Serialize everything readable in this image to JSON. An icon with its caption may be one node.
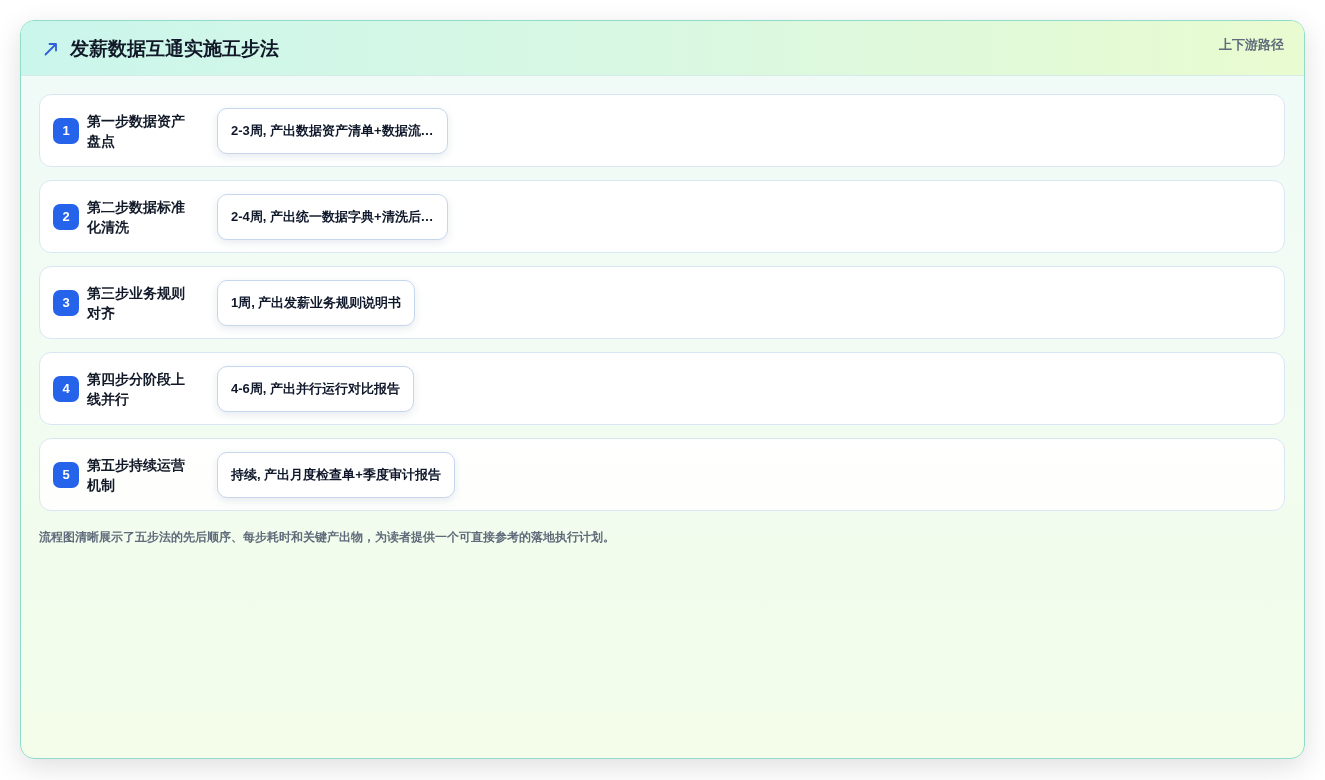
{
  "diagram": {
    "title": "发薪数据互通实施五步法",
    "caption": "流程图清晰展示了五步法的先后顺序、每步耗时和关键产出物，为读者提供一个可直接参考的落地执行计划。",
    "nodes": [
      {
        "text": [
          "第一步数据资产盘点"
        ]
      },
      {
        "text": [
          "1"
        ],
        "in": 0
      },
      {
        "text": [
          "2-3周, 产出数据资产清单+数据流…"
        ],
        "in": 0
      },
      {
        "text": [
          "第二步数据标准化清洗"
        ]
      },
      {
        "text": [
          "2"
        ],
        "in": 3
      },
      {
        "text": [
          "2-4周, 产出统一数据字典+清洗后…"
        ],
        "in": 3
      },
      {
        "text": [
          "第三步业务规则对齐"
        ]
      },
      {
        "text": [
          "3"
        ],
        "in": 6
      },
      {
        "text": [
          "1周, 产出发薪业务规则说明书"
        ],
        "in": 6
      },
      {
        "text": [
          "第四步分阶段上线并行"
        ]
      },
      {
        "text": [
          "4"
        ],
        "in": 9
      },
      {
        "text": [
          "4-6周, 产出并行运行对比报告"
        ],
        "in": 9
      },
      {
        "text": [
          "第五步持续运营机制"
        ]
      },
      {
        "text": [
          "5"
        ],
        "in": 12
      },
      {
        "text": [
          "持续, 产出月度检查单+季度审计报告"
        ],
        "in": 12
      }
    ],
    "labels": [
      "上下游路径"
    ]
  }
}
